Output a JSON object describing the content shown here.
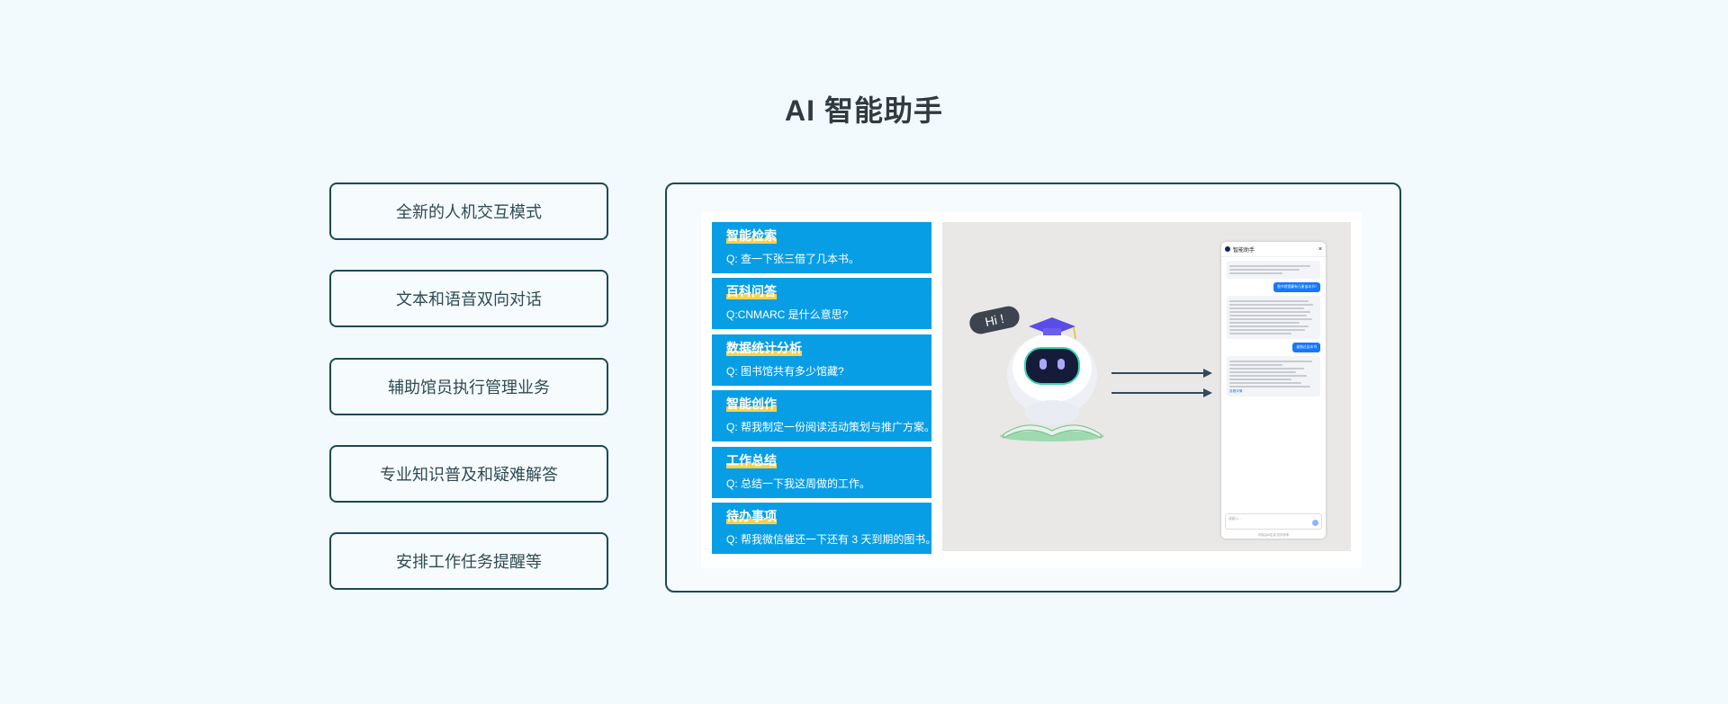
{
  "page": {
    "title": "AI 智能助手"
  },
  "features": [
    "全新的人机交互模式",
    "文本和语音双向对话",
    "辅助馆员执行管理业务",
    "专业知识普及和疑难解答",
    "安排工作任务提醒等"
  ],
  "examples": [
    {
      "title": "智能检索",
      "question": "Q: 查一下张三借了几本书。"
    },
    {
      "title": "百科问答",
      "question": "Q:CNMARC 是什么意思?"
    },
    {
      "title": "数据统计分析",
      "question": "Q: 图书馆共有多少馆藏?"
    },
    {
      "title": "智能创作",
      "question": "Q: 帮我制定一份阅读活动策划与推广方案。"
    },
    {
      "title": "工作总结",
      "question": "Q: 总结一下我这周做的工作。"
    },
    {
      "title": "待办事项",
      "question": "Q: 帮我微信催还一下还有 3 天到期的图书。"
    }
  ],
  "robot": {
    "greeting": "Hi !"
  },
  "chat": {
    "title": "智能助手",
    "close": "×",
    "msg_user_1": "图书馆馆藏有几册该本书?",
    "msg_user_2": "谁借过这本书",
    "link": "查看详情",
    "input_placeholder": "请输入...",
    "footer": "内容由AI生成,仅供参考"
  },
  "colors": {
    "card_blue": "#089ee6",
    "highlight": "#f8d34a",
    "border": "#1a4a55"
  }
}
